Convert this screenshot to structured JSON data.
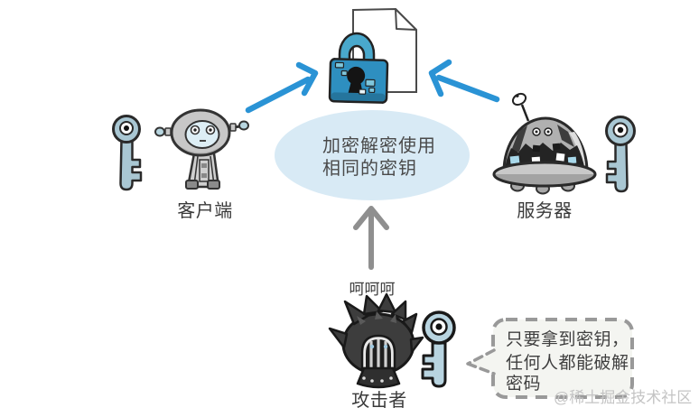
{
  "texts": {
    "client_label": "客户端",
    "server_label": "服务器",
    "attacker_label": "攻击者",
    "laugh": "呵呵呵",
    "ellipse_line1": "加密解密使用",
    "ellipse_line2": "相同的密钥",
    "bubble_line1": "只要拿到密钥，",
    "bubble_line2": "任何人都能破解",
    "bubble_line3": "密码",
    "watermark": "@稀土掘金技术社区"
  },
  "colors": {
    "arrow_blue": "#2a93d5",
    "arrow_gray": "#8f8f8f",
    "ellipse_fill": "#d8eaf5",
    "lock_body": "#2e8fc0",
    "lock_shackle": "#49a8cc",
    "key_fill": "#a9c7d3",
    "label_text": "#3a3a3a",
    "bubble_border": "#999999",
    "watermark_text": "#c4c4c4"
  }
}
